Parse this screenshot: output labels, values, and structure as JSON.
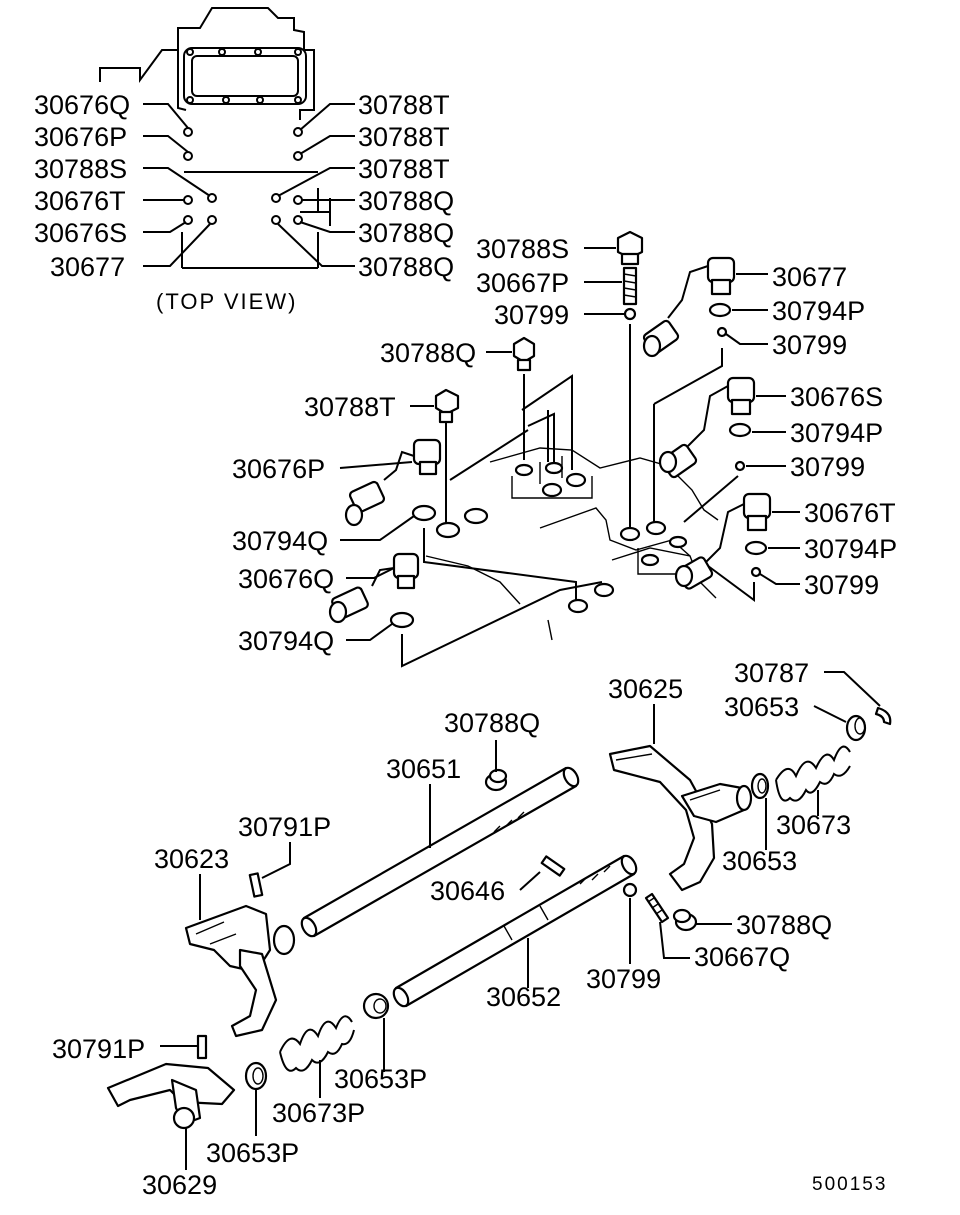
{
  "top_view": {
    "caption": "(TOP  VIEW)",
    "left_labels": [
      "30676Q",
      "30676P",
      "30788S",
      "30676T",
      "30676S",
      "30677"
    ],
    "right_labels": [
      "30788T",
      "30788T",
      "30788T",
      "30788Q",
      "30788Q",
      "30788Q"
    ]
  },
  "valve_block_labels": {
    "plug_30788s": "30788S",
    "spring_30667p": "30667P",
    "ball_upper": "30799",
    "plug_30788q_upper": "30788Q",
    "plug_30788t": "30788T",
    "switch_30676p": "30676P",
    "oring_30794q_upper": "30794Q",
    "switch_30676q": "30676Q",
    "oring_30794q_lower": "30794Q",
    "switch_30677": "30677",
    "oring_30794p_1": "30794P",
    "ball_r1": "30799",
    "switch_30676s": "30676S",
    "oring_30794p_2": "30794P",
    "ball_r2": "30799",
    "switch_30676t": "30676T",
    "oring_30794p_3": "30794P",
    "ball_r3": "30799"
  },
  "shift_rail_labels": {
    "plug_30788q_mid": "30788Q",
    "rail_30651": "30651",
    "pin_30791p_upper": "30791P",
    "fork_30623": "30623",
    "pin_30646": "30646",
    "rail_30652": "30652",
    "ball_30799": "30799",
    "spring_30667q": "30667Q",
    "plug_30788q_lower": "30788Q",
    "fork_30625": "30625",
    "clip_30787": "30787",
    "collar_30653_upper": "30653",
    "spring_30673": "30673",
    "collar_30653_lower": "30653",
    "collar_30653p_right": "30653P",
    "spring_30673p": "30673P",
    "collar_30653p_left": "30653P",
    "pin_30791p_lower": "30791P",
    "fork_30629": "30629"
  },
  "diagram_code": "500153"
}
